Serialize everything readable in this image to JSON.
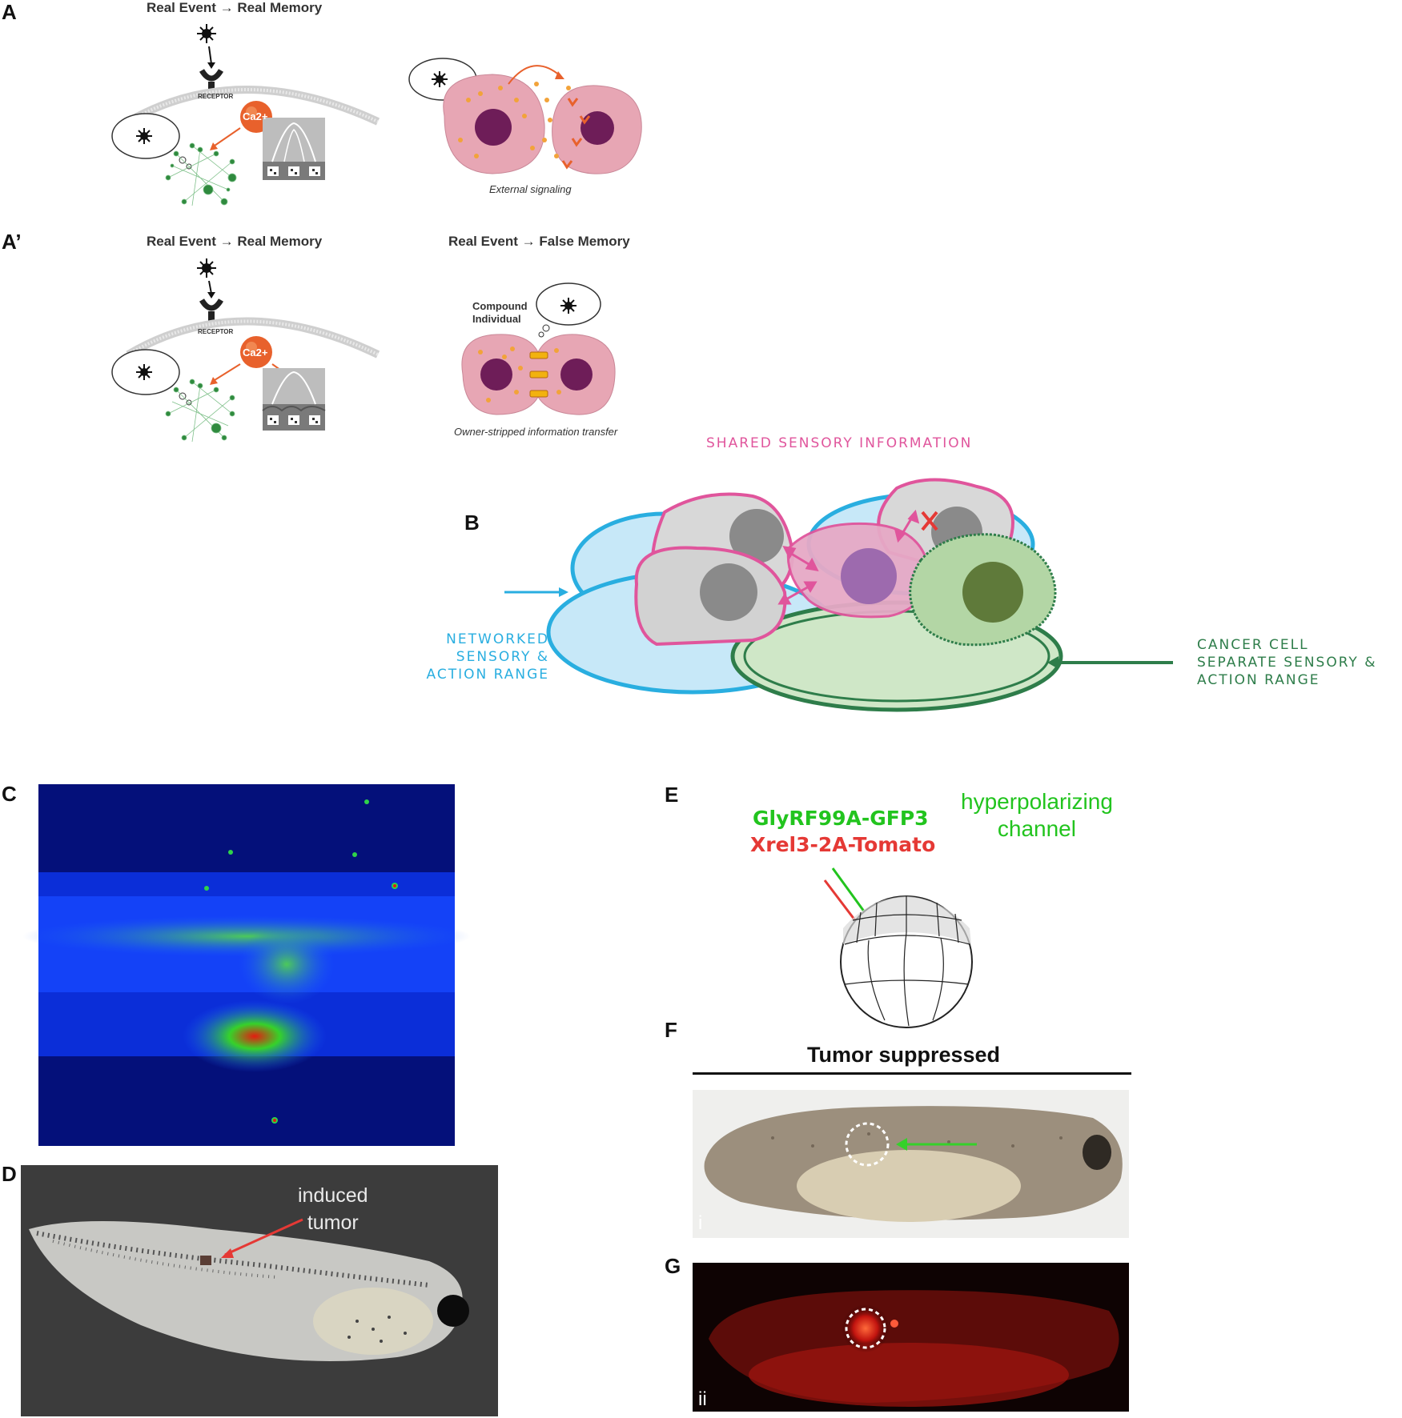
{
  "panels": {
    "a": {
      "letter": "A",
      "header_left": "Real Event → Real Memory",
      "receptor": "RECEPTOR",
      "ion": "Ca2+",
      "caption": "External signaling"
    },
    "a_prime": {
      "letter": "A’",
      "header_left": "Real Event → Real Memory",
      "header_right": "Real Event → False Memory",
      "receptor": "RECEPTOR",
      "ion": "Ca2+",
      "compound_line1": "Compound",
      "compound_line2": "Individual",
      "caption": "Owner-stripped information transfer"
    },
    "b": {
      "letter": "B",
      "shared": "SHARED SENSORY INFORMATION",
      "networked_1": "NETWORKED",
      "networked_2": "SENSORY &",
      "networked_3": "ACTION RANGE",
      "cancer_1": "CANCER CELL",
      "cancer_2": "SEPARATE SENSORY &",
      "cancer_3": "ACTION RANGE"
    },
    "c": {
      "letter": "C"
    },
    "d": {
      "letter": "D",
      "label_1": "induced",
      "label_2": "tumor"
    },
    "e": {
      "letter": "E",
      "gene_green": "GlyRF99A-GFP3",
      "gene_red": "Xrel3-2A-Tomato",
      "channel_1": "hyperpolarizing",
      "channel_2": "channel"
    },
    "f": {
      "letter": "F",
      "title": "Tumor suppressed",
      "roman": "i"
    },
    "g": {
      "letter": "G",
      "roman": "ii"
    }
  },
  "colors": {
    "pink": "#e0559c",
    "blue": "#29aee0",
    "green": "#2e7d4a",
    "orange": "#e8612c"
  }
}
